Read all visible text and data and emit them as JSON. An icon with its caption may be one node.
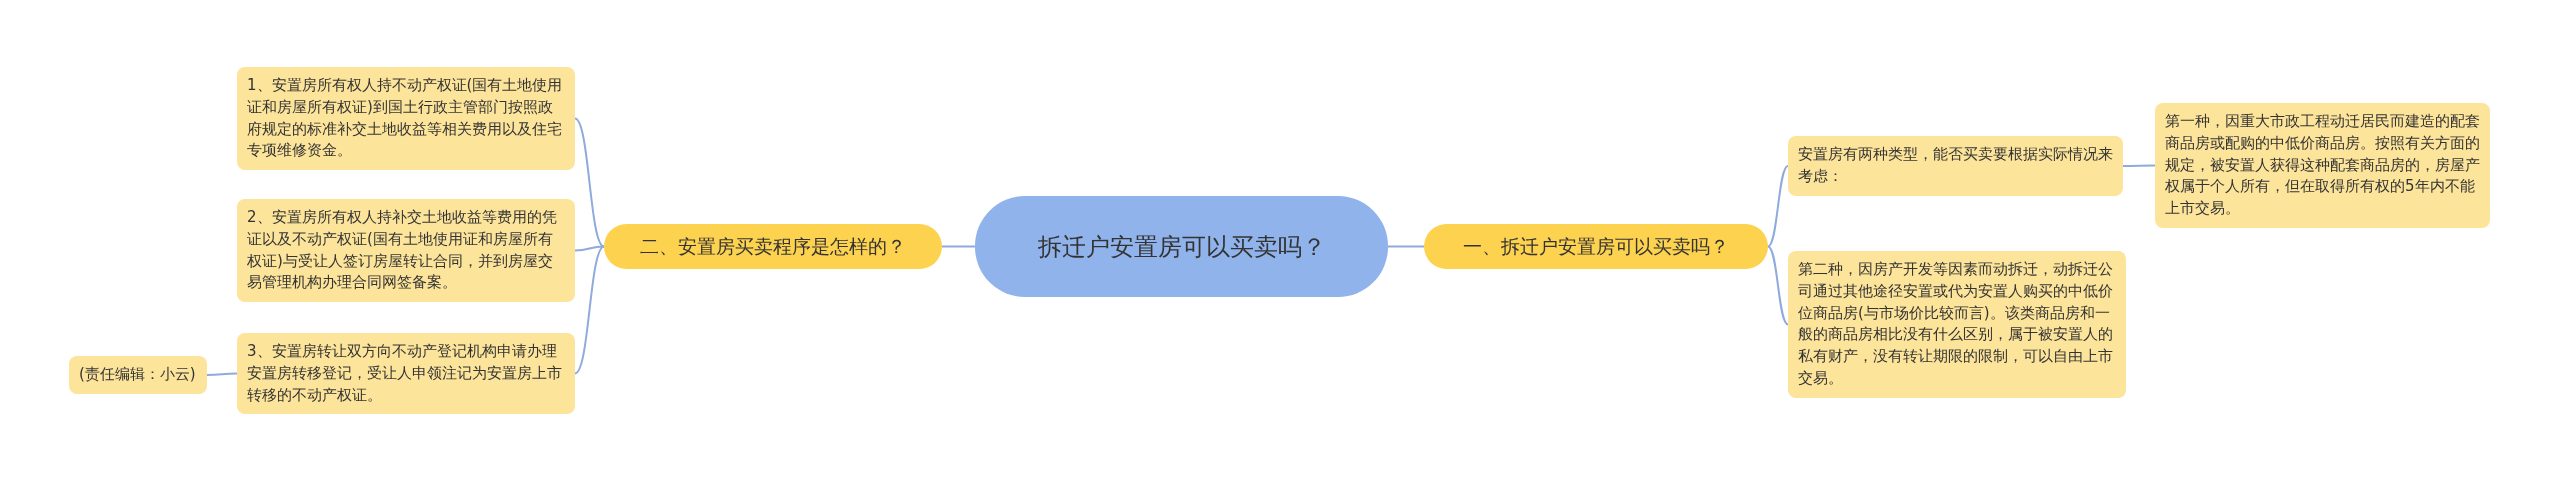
{
  "diagram": {
    "nodes": [
      {
        "text": [
          "拆迁户安置房可以买卖吗？"
        ]
      },
      {
        "text": [
          "二、安置房买卖程序是怎样的？"
        ]
      },
      {
        "text": [
          "1、安置房所有权人持不动产权证(国有土地使用证和房屋所有权证)到国土行政主管部门按照政府规定的标准补交土地收益等相关费用以及住宅专项维修资金。"
        ]
      },
      {
        "text": [
          "2、安置房所有权人持补交土地收益等费用的凭证以及不动产权证(国有土地使用证和房屋所有权证)与受让人签订房屋转让合同，并到房屋交易管理机构办理合同网签备案。"
        ]
      },
      {
        "text": [
          "3、安置房转让双方向不动产登记机构申请办理安置房转移登记，受让人申领注记为安置房上市转移的不动产权证。"
        ]
      },
      {
        "text": [
          "(责任编辑：小云)"
        ]
      },
      {
        "text": [
          "一、拆迁户安置房可以买卖吗？"
        ]
      },
      {
        "text": [
          "安置房有两种类型，能否买卖要根据实际情况来考虑："
        ]
      },
      {
        "text": [
          "第一种，因重大市政工程动迁居民而建造的配套商品房或配购的中低价商品房。按照有关方面的规定，被安置人获得这种配套商品房的，房屋产权属于个人所有，但在取得所有权的5年内不能上市交易。"
        ]
      },
      {
        "text": [
          "第二种，因房产开发等因素而动拆迁，动拆迁公司通过其他途径安置或代为安置人购买的中低价位商品房(与市场价比较而言)。该类商品房和一般的商品房相比没有什么区别，属于被安置人的私有财产，没有转让期限的限制，可以自由上市交易。"
        ]
      }
    ],
    "edges": [
      {
        "from": 0,
        "to": 1,
        "arrow": "none"
      },
      {
        "from": 1,
        "to": 2,
        "arrow": "none"
      },
      {
        "from": 1,
        "to": 3,
        "arrow": "none"
      },
      {
        "from": 1,
        "to": 4,
        "arrow": "none"
      },
      {
        "from": 4,
        "to": 5,
        "arrow": "none"
      },
      {
        "from": 0,
        "to": 6,
        "arrow": "none"
      },
      {
        "from": 6,
        "to": 7,
        "arrow": "none"
      },
      {
        "from": 7,
        "to": 8,
        "arrow": "none"
      },
      {
        "from": 6,
        "to": 9,
        "arrow": "none"
      }
    ]
  }
}
